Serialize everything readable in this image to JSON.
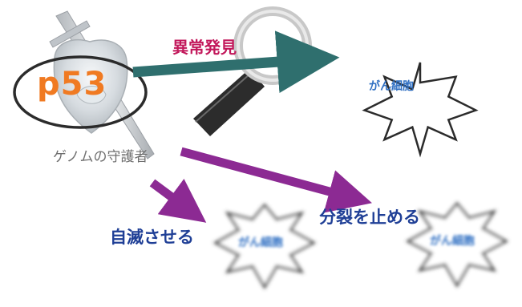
{
  "labels": {
    "p53": "p53",
    "guardian": "ゲノムの守護者",
    "detect_abnormality": "異常発見",
    "cancer_cell_top": "がん細胞",
    "apoptosis": "自滅させる",
    "cell_cycle_arrest": "分裂を止める",
    "cancer_cell_mid": "がん細胞",
    "cancer_cell_right": "がん細胞"
  },
  "colors": {
    "teal_arrow": "#2f6f6e",
    "purple_arrow": "#8c2a93",
    "p53_text": "#f07a22",
    "detect_text": "#c2185b",
    "action_text": "#1f3f96",
    "cancer_text": "#2f6fc2"
  },
  "icons": [
    "sword-and-shield-icon",
    "magnifying-glass-icon",
    "starburst-cell-icon"
  ]
}
